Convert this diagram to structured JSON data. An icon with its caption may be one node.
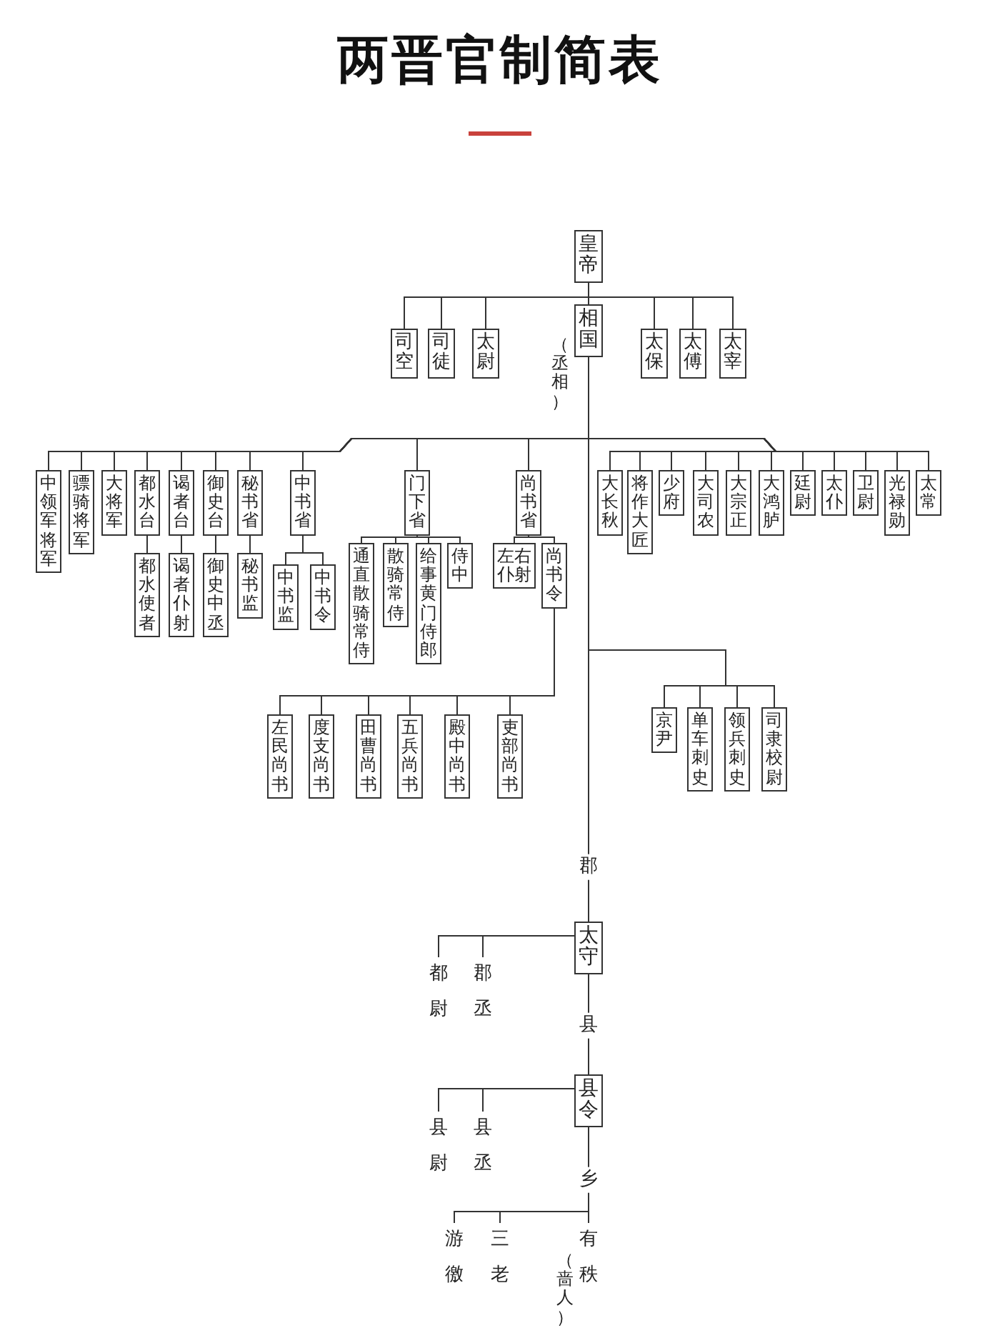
{
  "diagram": {
    "title": "两晋官制简表",
    "nodes": [
      {
        "text": [
          "皇帝"
        ]
      },
      {
        "text": [
          "相国"
        ],
        "beside": [
          "（丞相）"
        ]
      },
      {
        "text": [
          "司空"
        ]
      },
      {
        "text": [
          "司徒"
        ]
      },
      {
        "text": [
          "太尉"
        ]
      },
      {
        "text": [
          "太保"
        ]
      },
      {
        "text": [
          "太傅"
        ]
      },
      {
        "text": [
          "太宰"
        ]
      },
      {
        "text": [
          "中领军将军"
        ]
      },
      {
        "text": [
          "骠骑将军"
        ]
      },
      {
        "text": [
          "大将军"
        ]
      },
      {
        "text": [
          "都水台"
        ]
      },
      {
        "text": [
          "谒者台"
        ]
      },
      {
        "text": [
          "御史台"
        ]
      },
      {
        "text": [
          "秘书省"
        ]
      },
      {
        "text": [
          "中书省"
        ]
      },
      {
        "text": [
          "门下省"
        ]
      },
      {
        "text": [
          "尚书省"
        ]
      },
      {
        "text": [
          "大长秋"
        ]
      },
      {
        "text": [
          "将作大匠"
        ]
      },
      {
        "text": [
          "少府"
        ]
      },
      {
        "text": [
          "大司农"
        ]
      },
      {
        "text": [
          "大宗正"
        ]
      },
      {
        "text": [
          "大鸿胪"
        ]
      },
      {
        "text": [
          "廷尉"
        ]
      },
      {
        "text": [
          "太仆"
        ]
      },
      {
        "text": [
          "卫尉"
        ]
      },
      {
        "text": [
          "光禄勋"
        ]
      },
      {
        "text": [
          "太常"
        ]
      },
      {
        "text": [
          "都水使者"
        ]
      },
      {
        "text": [
          "谒者仆射"
        ]
      },
      {
        "text": [
          "御史中丞"
        ]
      },
      {
        "text": [
          "秘书监"
        ]
      },
      {
        "text": [
          "中书监"
        ]
      },
      {
        "text": [
          "中书令"
        ]
      },
      {
        "text": [
          "通直散骑常侍"
        ]
      },
      {
        "text": [
          "散骑常侍"
        ]
      },
      {
        "text": [
          "给事黄门侍郎"
        ]
      },
      {
        "text": [
          "侍中"
        ]
      },
      {
        "text": [
          "左右仆射"
        ]
      },
      {
        "text": [
          "尚书令"
        ]
      },
      {
        "text": [
          "左民尚书"
        ]
      },
      {
        "text": [
          "度支尚书"
        ]
      },
      {
        "text": [
          "田曹尚书"
        ]
      },
      {
        "text": [
          "五兵尚书"
        ]
      },
      {
        "text": [
          "殿中尚书"
        ]
      },
      {
        "text": [
          "吏部尚书"
        ]
      },
      {
        "text": [
          "京尹"
        ]
      },
      {
        "text": [
          "单车刺史"
        ]
      },
      {
        "text": [
          "领兵刺史"
        ]
      },
      {
        "text": [
          "司隶校尉"
        ]
      },
      {
        "text": [
          "太守"
        ]
      },
      {
        "text": [
          "都尉"
        ]
      },
      {
        "text": [
          "郡丞"
        ]
      },
      {
        "text": [
          "县令"
        ]
      },
      {
        "text": [
          "县尉"
        ]
      },
      {
        "text": [
          "县丞"
        ]
      },
      {
        "text": [
          "游徼"
        ]
      },
      {
        "text": [
          "三老"
        ]
      },
      {
        "text": [
          "有秩"
        ],
        "beside": [
          "（啬人）"
        ]
      }
    ],
    "edges": [
      {
        "from": 0,
        "to": 1,
        "arrow": "none"
      },
      {
        "from": 0,
        "to": 2,
        "arrow": "none"
      },
      {
        "from": 0,
        "to": 3,
        "arrow": "none"
      },
      {
        "from": 0,
        "to": 4,
        "arrow": "none"
      },
      {
        "from": 0,
        "to": 5,
        "arrow": "none"
      },
      {
        "from": 0,
        "to": 6,
        "arrow": "none"
      },
      {
        "from": 0,
        "to": 7,
        "arrow": "none"
      },
      {
        "from": 1,
        "to": 8,
        "arrow": "none"
      },
      {
        "from": 1,
        "to": 9,
        "arrow": "none"
      },
      {
        "from": 1,
        "to": 10,
        "arrow": "none"
      },
      {
        "from": 1,
        "to": 11,
        "arrow": "none"
      },
      {
        "from": 1,
        "to": 12,
        "arrow": "none"
      },
      {
        "from": 1,
        "to": 13,
        "arrow": "none"
      },
      {
        "from": 1,
        "to": 14,
        "arrow": "none"
      },
      {
        "from": 1,
        "to": 15,
        "arrow": "none"
      },
      {
        "from": 1,
        "to": 16,
        "arrow": "none"
      },
      {
        "from": 1,
        "to": 17,
        "arrow": "none"
      },
      {
        "from": 1,
        "to": 18,
        "arrow": "none"
      },
      {
        "from": 1,
        "to": 19,
        "arrow": "none"
      },
      {
        "from": 1,
        "to": 20,
        "arrow": "none"
      },
      {
        "from": 1,
        "to": 21,
        "arrow": "none"
      },
      {
        "from": 1,
        "to": 22,
        "arrow": "none"
      },
      {
        "from": 1,
        "to": 23,
        "arrow": "none"
      },
      {
        "from": 1,
        "to": 24,
        "arrow": "none"
      },
      {
        "from": 1,
        "to": 25,
        "arrow": "none"
      },
      {
        "from": 1,
        "to": 26,
        "arrow": "none"
      },
      {
        "from": 1,
        "to": 27,
        "arrow": "none"
      },
      {
        "from": 1,
        "to": 28,
        "arrow": "none"
      },
      {
        "from": 11,
        "to": 29,
        "arrow": "none"
      },
      {
        "from": 12,
        "to": 30,
        "arrow": "none"
      },
      {
        "from": 13,
        "to": 31,
        "arrow": "none"
      },
      {
        "from": 14,
        "to": 32,
        "arrow": "none"
      },
      {
        "from": 15,
        "to": 33,
        "arrow": "none"
      },
      {
        "from": 15,
        "to": 34,
        "arrow": "none"
      },
      {
        "from": 16,
        "to": 35,
        "arrow": "none"
      },
      {
        "from": 16,
        "to": 36,
        "arrow": "none"
      },
      {
        "from": 16,
        "to": 37,
        "arrow": "none"
      },
      {
        "from": 16,
        "to": 38,
        "arrow": "none"
      },
      {
        "from": 17,
        "to": 39,
        "arrow": "none"
      },
      {
        "from": 17,
        "to": 40,
        "arrow": "none"
      },
      {
        "from": 40,
        "to": 41,
        "arrow": "none"
      },
      {
        "from": 40,
        "to": 42,
        "arrow": "none"
      },
      {
        "from": 40,
        "to": 43,
        "arrow": "none"
      },
      {
        "from": 40,
        "to": 44,
        "arrow": "none"
      },
      {
        "from": 40,
        "to": 45,
        "arrow": "none"
      },
      {
        "from": 40,
        "to": 46,
        "arrow": "none"
      },
      {
        "from": 1,
        "to": 47,
        "arrow": "none"
      },
      {
        "from": 1,
        "to": 48,
        "arrow": "none"
      },
      {
        "from": 1,
        "to": 49,
        "arrow": "none"
      },
      {
        "from": 1,
        "to": 50,
        "arrow": "none"
      },
      {
        "from": 1,
        "to": 51,
        "label": "郡",
        "arrow": "none"
      },
      {
        "from": 51,
        "to": 52,
        "arrow": "none"
      },
      {
        "from": 51,
        "to": 53,
        "arrow": "none"
      },
      {
        "from": 51,
        "to": 54,
        "label": "县",
        "arrow": "none"
      },
      {
        "from": 54,
        "to": 55,
        "arrow": "none"
      },
      {
        "from": 54,
        "to": 56,
        "arrow": "none"
      },
      {
        "from": 54,
        "to": 57,
        "arrow": "none"
      },
      {
        "from": 54,
        "to": 58,
        "arrow": "none"
      },
      {
        "from": 54,
        "to": 59,
        "label": "乡",
        "arrow": "none"
      }
    ]
  }
}
